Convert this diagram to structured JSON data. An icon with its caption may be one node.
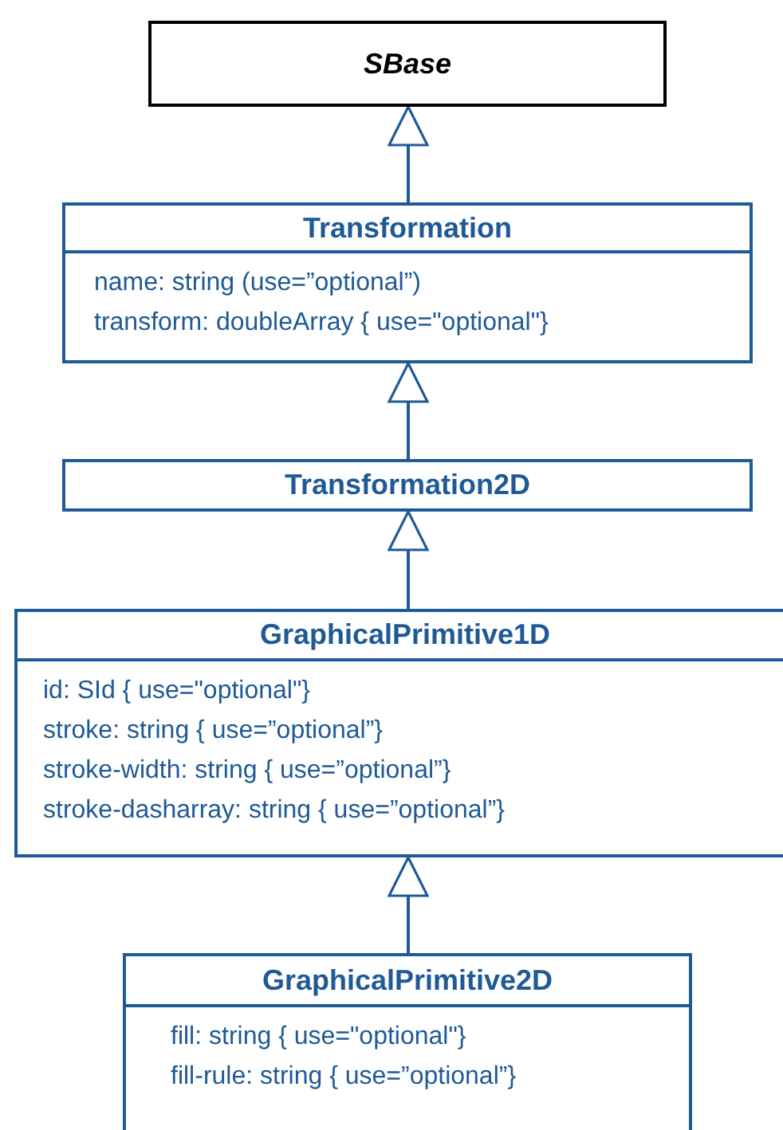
{
  "diagram": {
    "nodes": [
      {
        "text": [
          "SBase"
        ]
      },
      {
        "text": [
          "Transformation",
          "name: string (use=”optional”)",
          "transform: doubleArray { use=\"optional\"}"
        ]
      },
      {
        "text": [
          "Transformation2D"
        ]
      },
      {
        "text": [
          "GraphicalPrimitive1D",
          "id: SId { use=\"optional\"}",
          "stroke: string { use=”optional”}",
          "stroke-width: string { use=”optional”}",
          "stroke-dasharray: string { use=”optional”}"
        ]
      },
      {
        "text": [
          "GraphicalPrimitive2D",
          "fill: string { use=\"optional\"}",
          "fill-rule: string { use=”optional”}"
        ]
      }
    ],
    "edges": [
      {
        "from": 1,
        "to": 0,
        "arrow": "to"
      },
      {
        "from": 2,
        "to": 1,
        "arrow": "to"
      },
      {
        "from": 3,
        "to": 2,
        "arrow": "to"
      },
      {
        "from": 4,
        "to": 3,
        "arrow": "to"
      }
    ]
  }
}
